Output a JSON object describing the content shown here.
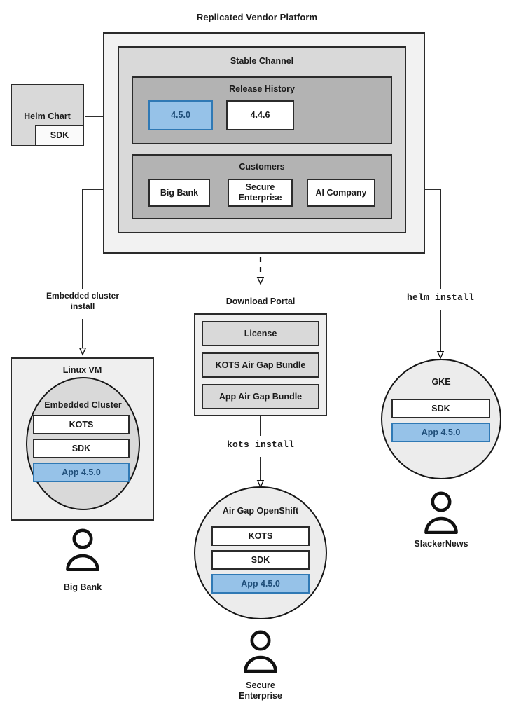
{
  "diagram": {
    "title": "Replicated Vendor Platform",
    "colors": {
      "accent_blue_fill": "#96c2e8",
      "accent_blue_border": "#2f79b5",
      "accent_blue_text": "#1f4e79",
      "outline": "#2b2b2b",
      "level0_bg": "#f2f2f2",
      "level1_bg": "#d9d9d9",
      "level2_bg": "#b3b3b3",
      "circle_bg": "#ececec"
    }
  },
  "source": {
    "helm_chart": {
      "label": "Helm Chart",
      "sdk_label": "SDK"
    }
  },
  "platform": {
    "channel": {
      "title": "Stable Channel"
    },
    "release_history": {
      "title": "Release History",
      "releases": [
        {
          "version": "4.5.0",
          "highlighted": true
        },
        {
          "version": "4.4.6",
          "highlighted": false
        }
      ]
    },
    "customers": {
      "title": "Customers",
      "items": [
        {
          "name": "Big Bank"
        },
        {
          "name": "Secure\nEnterprise"
        },
        {
          "name": "AI Company"
        }
      ]
    }
  },
  "connectors": {
    "embedded_cluster_install": "Embedded cluster\ninstall",
    "kots_install": "kots install",
    "helm_install": "helm install"
  },
  "download_portal": {
    "title": "Download Portal",
    "artifacts": [
      {
        "label": "License"
      },
      {
        "label": "KOTS Air Gap Bundle"
      },
      {
        "label": "App Air Gap Bundle"
      }
    ]
  },
  "targets": [
    {
      "id": "linux-vm",
      "shape": "rect",
      "title": "Linux VM",
      "inner_title": "Embedded Cluster",
      "components": [
        {
          "label": "KOTS",
          "highlighted": false
        },
        {
          "label": "SDK",
          "highlighted": false
        },
        {
          "label": "App 4.5.0",
          "highlighted": true
        }
      ],
      "customer": "Big Bank"
    },
    {
      "id": "air-gap-openshift",
      "shape": "circle",
      "title": "Air Gap OpenShift",
      "components": [
        {
          "label": "KOTS",
          "highlighted": false
        },
        {
          "label": "SDK",
          "highlighted": false
        },
        {
          "label": "App 4.5.0",
          "highlighted": true
        }
      ],
      "customer": "Secure\nEnterprise"
    },
    {
      "id": "gke",
      "shape": "circle",
      "title": "GKE",
      "components": [
        {
          "label": "SDK",
          "highlighted": false
        },
        {
          "label": "App 4.5.0",
          "highlighted": true
        }
      ],
      "customer": "SlackerNews"
    }
  ],
  "icons": {
    "person": "person-icon",
    "arrow": "arrow-head-icon"
  }
}
